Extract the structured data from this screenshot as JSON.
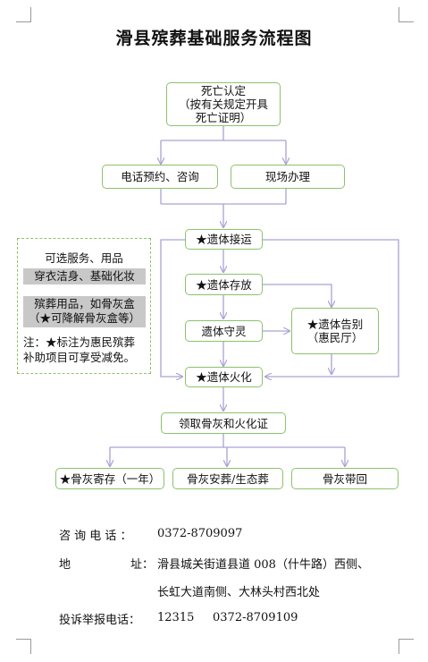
{
  "title": "滑县殡葬基础服务流程图",
  "flow": {
    "death_cert": [
      "死亡认定",
      "（按有关规定开具",
      "死亡证明）"
    ],
    "phone_booking": "电话预约、咨询",
    "onsite": "现场办理",
    "transport": "★遗体接运",
    "storage": "★遗体存放",
    "vigil": "遗体守灵",
    "farewell": [
      "★遗体告别",
      "（惠民厅）"
    ],
    "cremation": "★遗体火化",
    "collect": "领取骨灰和火化证",
    "deposit": "★骨灰寄存（一年）",
    "bury": "骨灰安葬/生态葬",
    "takehome": "骨灰带回"
  },
  "optional": {
    "title": "可选服务、用品",
    "item1": "穿衣洁身、基础化妆",
    "item2_line1": "殡葬用品，如骨灰盒",
    "item2_line2": "（★可降解骨灰盒等）",
    "note_line1": "注：★标注为惠民殡葬",
    "note_line2": "补助项目可享受减免。"
  },
  "contact": {
    "phone_label": "咨 询 电 话 ：",
    "phone_value": "0372-8709097",
    "addr_label_1": "地",
    "addr_label_2": "址：",
    "addr_line1": "滑县城关街道县道 008（什牛路）西侧、",
    "addr_line2": "长虹大道南侧、大林头村西北处",
    "complaint_label": "投诉举报电话：",
    "complaint_value": "12315     0372-8709109"
  },
  "colors": {
    "box_border": "#8cc26b",
    "arrow": "#a9a2d6",
    "graybar": "#c8c8c8"
  }
}
